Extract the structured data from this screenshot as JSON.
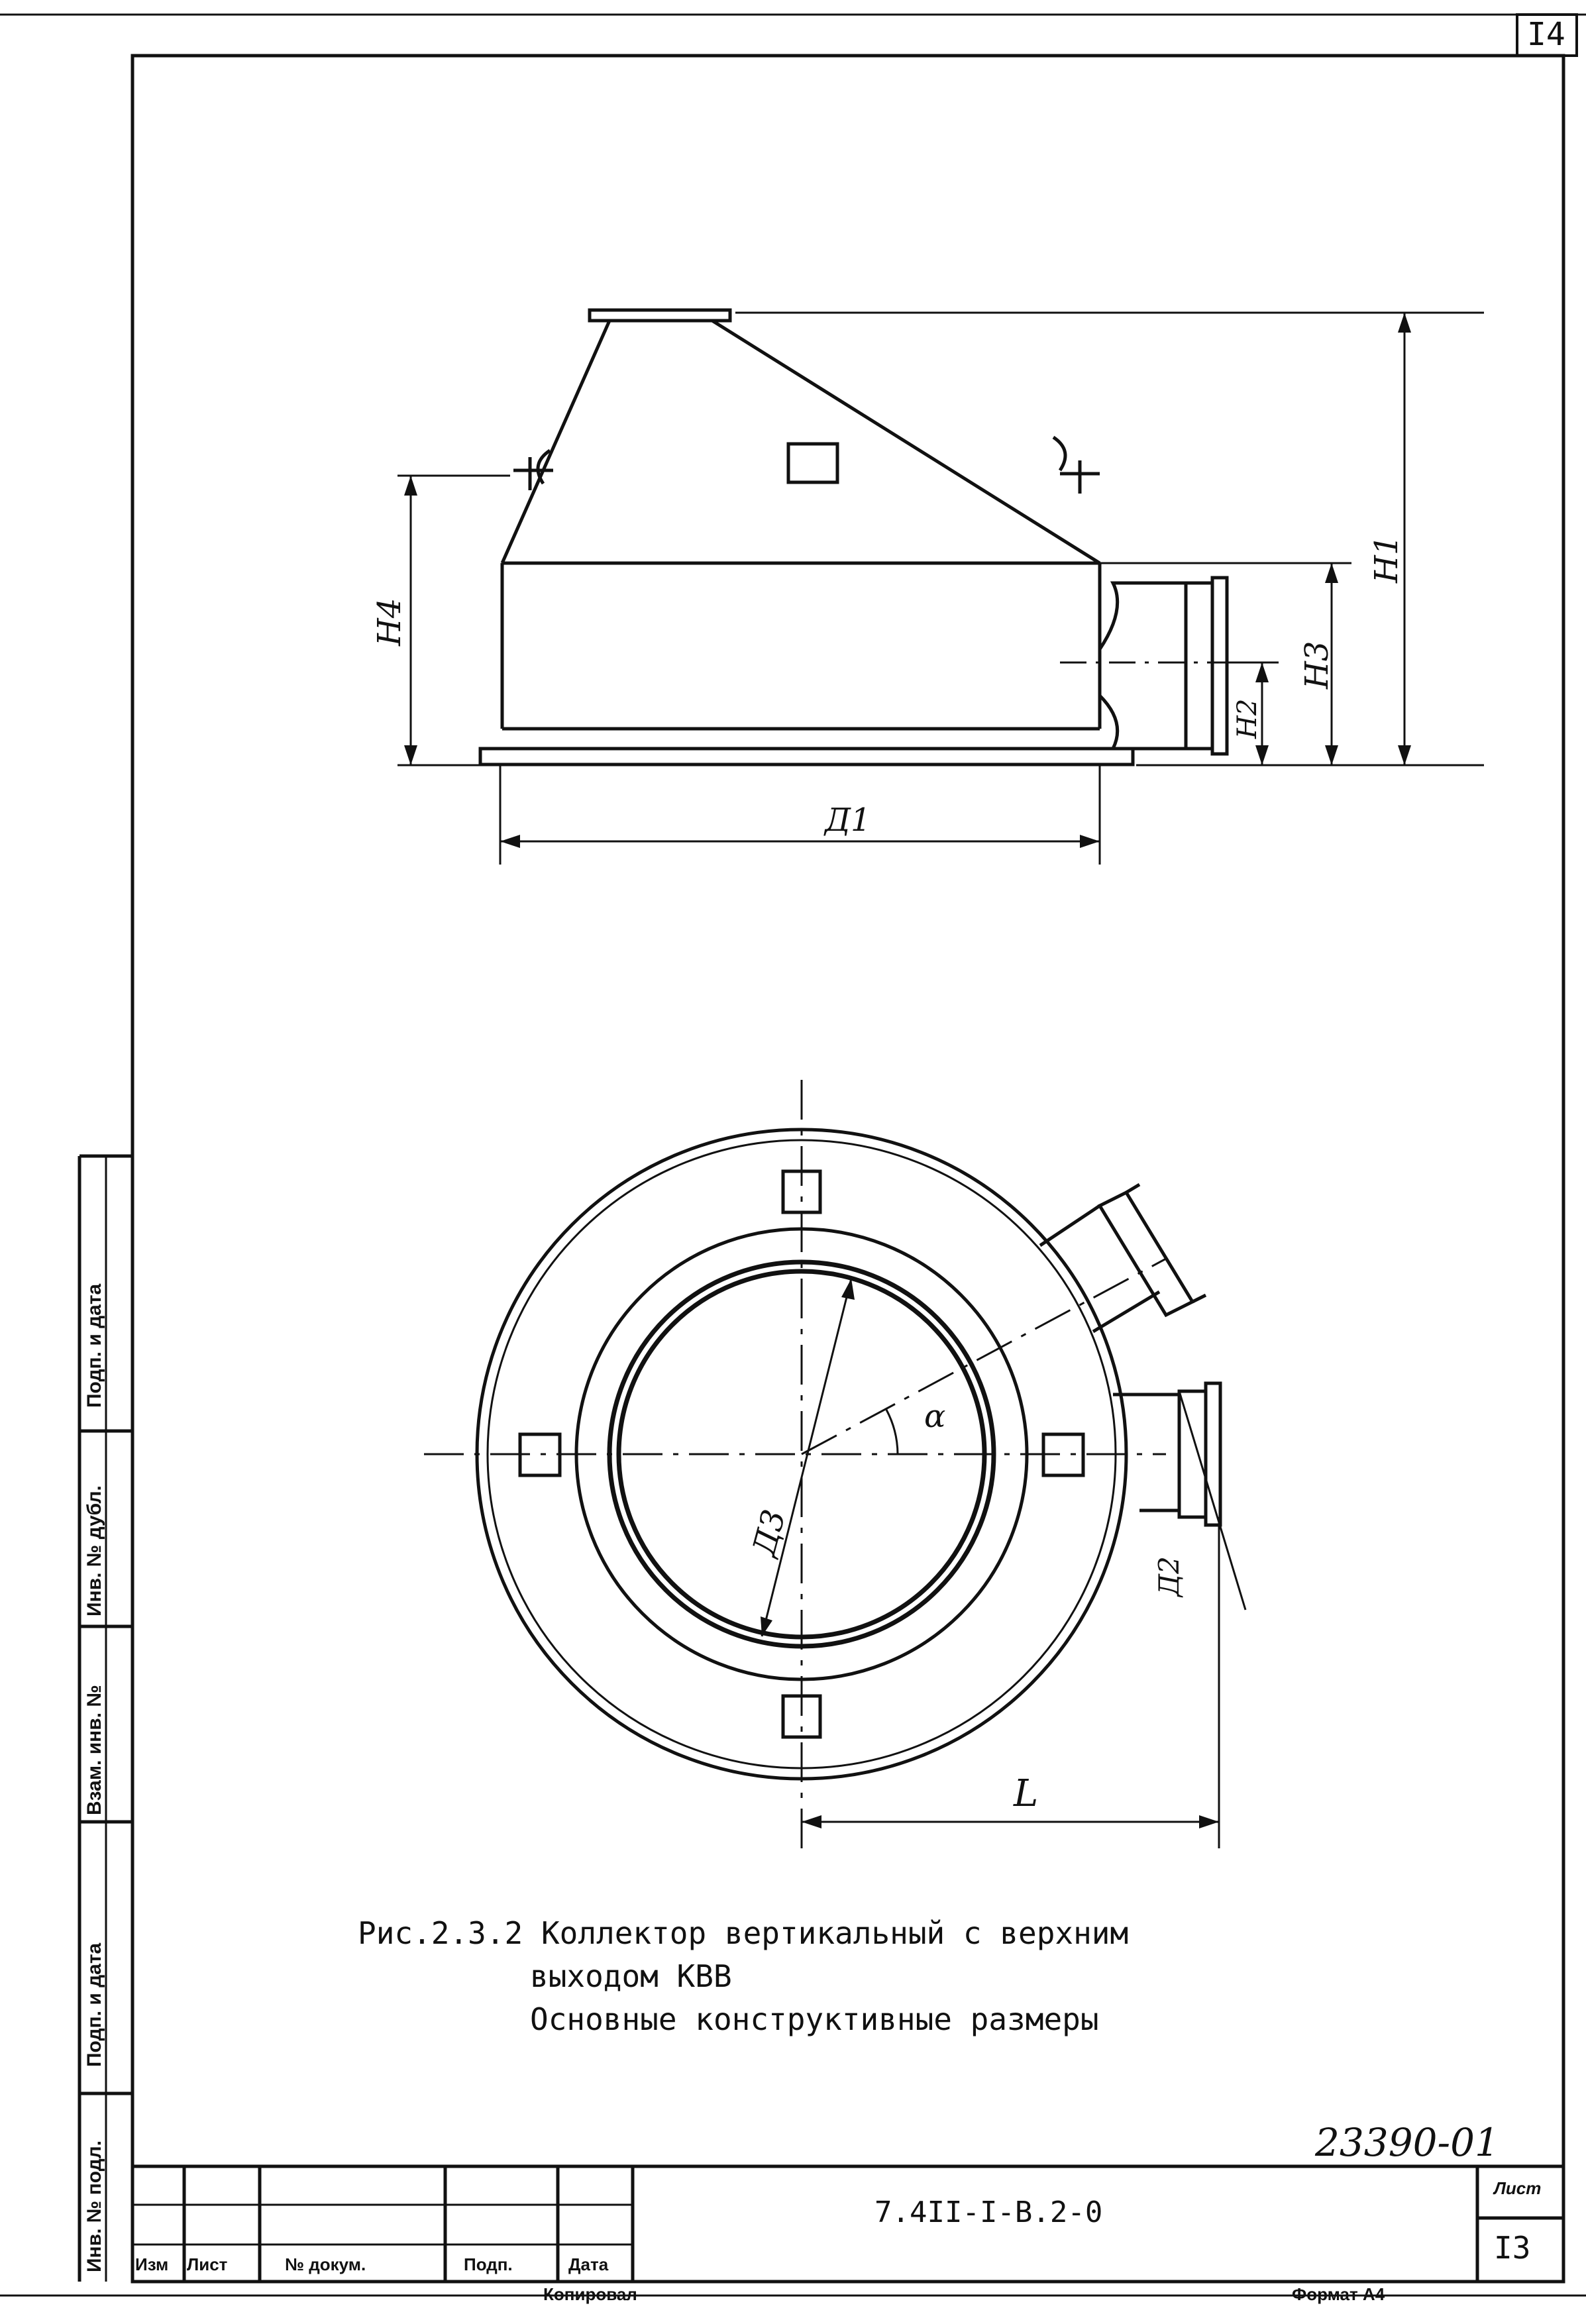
{
  "sheet_corner_number": "I4",
  "figure": {
    "caption_line1": "Рис.2.3.2 Коллектор вертикальный с верхним",
    "caption_line2": "выходом КВВ",
    "caption_line3": "Основные конструктивные размеры"
  },
  "dimensions": {
    "H1": "H1",
    "H2": "H2",
    "H3": "H3",
    "H4": "H4",
    "D1": "Д1",
    "D2": "Д2",
    "D3": "Д3",
    "L": "L",
    "alpha": "α"
  },
  "side_stamp": {
    "labels": [
      "Подп. и дата",
      "Инв. № дубл.",
      "Взам. инв. №",
      "Подп. и дата",
      "Инв. № подл."
    ]
  },
  "title_block": {
    "handwritten_number": "23390-01",
    "document_code": "7.4II-I-B.2-0",
    "sheet_label": "Лист",
    "sheet_number": "I3",
    "columns": [
      "Изм",
      "Лист",
      "№ докум.",
      "Подп.",
      "Дата"
    ]
  },
  "footer": {
    "copied": "Копировал",
    "format": "Формат А4"
  }
}
